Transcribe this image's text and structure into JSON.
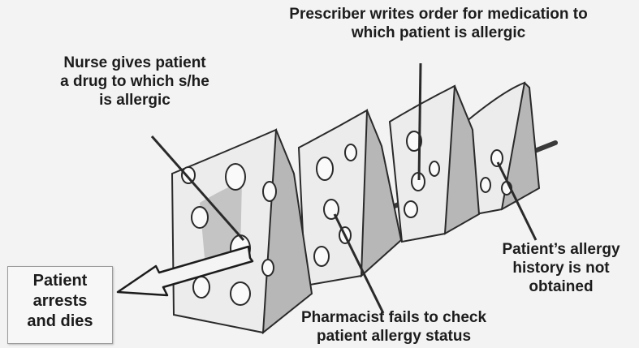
{
  "labels": {
    "nurse": [
      "Nurse gives patient",
      "a drug to which s/he",
      "is allergic"
    ],
    "prescriber": [
      "Prescriber writes order for medication to",
      "which patient is allergic"
    ],
    "history": [
      "Patient’s allergy",
      "history is not",
      "obtained"
    ],
    "pharmacist": [
      "Pharmacist fails to check",
      "patient allergy status"
    ],
    "outcome": [
      "Patient",
      "arrests",
      "and dies"
    ]
  },
  "colors": {
    "slice_face": "#ececec",
    "slice_side": "#b7b7b7",
    "outline": "#2a2a2a",
    "hole": "#fafafa",
    "arrow": "#f4f4f4",
    "background": "#f3f3f3"
  }
}
